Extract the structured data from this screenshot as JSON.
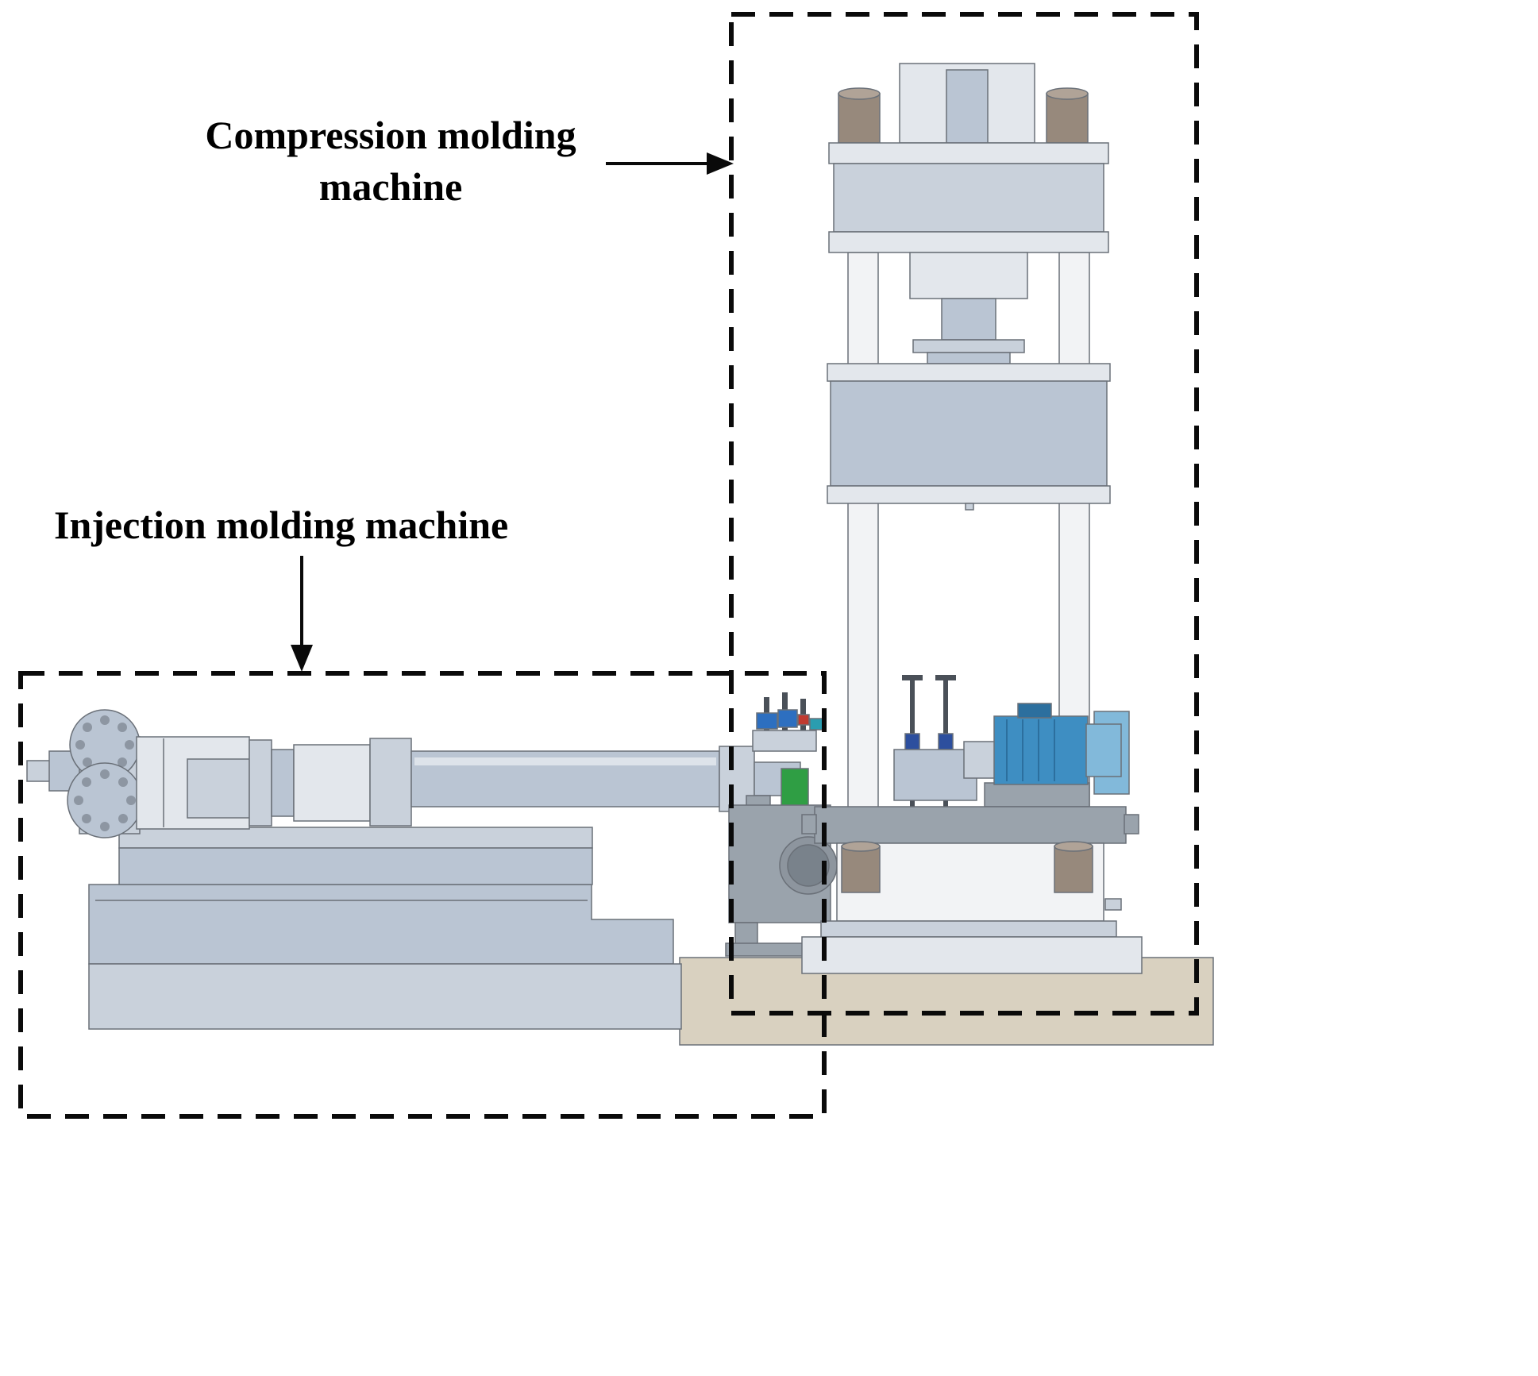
{
  "diagram": {
    "labels": {
      "compression_machine": {
        "line1": "Compression molding",
        "line2": "machine"
      },
      "injection_machine": "Injection molding machine"
    },
    "colors": {
      "background": "#ffffff",
      "outline": "#6a7078",
      "machine_light": "#e3e7ec",
      "machine_mid": "#c9d1db",
      "machine_blue_gray": "#bac5d3",
      "column_white": "#f2f3f5",
      "post_brown": "#97897c",
      "post_brown_light": "#b0a397",
      "foundation_tan": "#d9d1c0",
      "motor_blue": "#3e8ec2",
      "motor_blue_light": "#82b9da",
      "motor_blue_dark": "#2c6f9e",
      "valve_green": "#2f9e44",
      "valve_blue": "#2d6fc0",
      "valve_red": "#c03a30",
      "valve_teal": "#2a9db0",
      "support_gray": "#9aa3ac",
      "dark_metal": "#4a5058",
      "navy": "#2d4f9e",
      "bolt_gray": "#8d96a2",
      "boundary_black": "#0a0a0a",
      "label_black": "#000000"
    }
  }
}
